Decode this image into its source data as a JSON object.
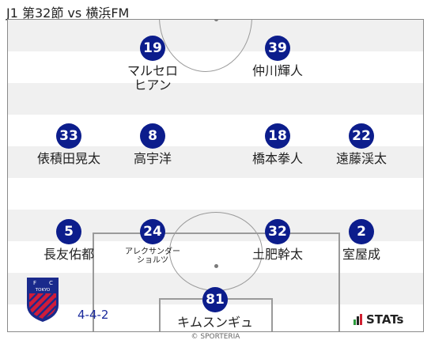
{
  "match_title": "J1 第32節 vs 横浜FM",
  "formation": "4-4-2",
  "credit": "© SPORTERIA",
  "stats_brand": "STATs",
  "colors": {
    "player_badge": "#0c1d8c",
    "formation_text": "#1a2a9c"
  },
  "crest": {
    "letters": [
      "F",
      "C",
      "TOKYO"
    ]
  },
  "players": {
    "fw_left": {
      "number": "19",
      "name": "マルセロ\nヒアン"
    },
    "fw_right": {
      "number": "39",
      "name": "仲川輝人"
    },
    "mf_1": {
      "number": "33",
      "name": "俵積田晃太"
    },
    "mf_2": {
      "number": "8",
      "name": "高宇洋"
    },
    "mf_3": {
      "number": "18",
      "name": "橋本拳人"
    },
    "mf_4": {
      "number": "22",
      "name": "遠藤渓太"
    },
    "df_1": {
      "number": "5",
      "name": "長友佑都"
    },
    "df_2": {
      "number": "24",
      "name": "アレクサンダー\nショルツ"
    },
    "df_3": {
      "number": "32",
      "name": "土肥幹太"
    },
    "df_4": {
      "number": "2",
      "name": "室屋成"
    },
    "gk": {
      "number": "81",
      "name": "キムスンギュ"
    }
  }
}
